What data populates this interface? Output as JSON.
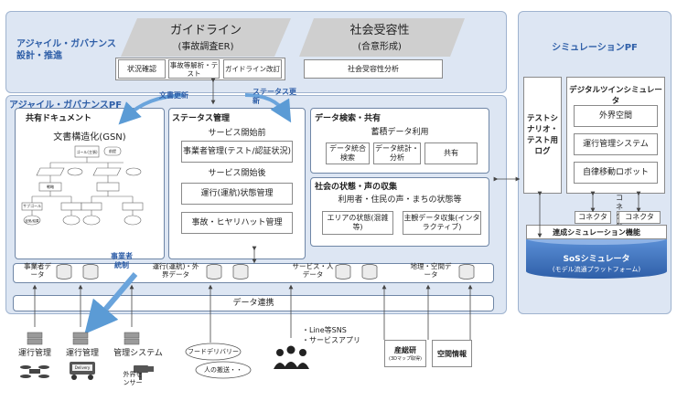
{
  "top_left": {
    "title_line1": "アジャイル・ガバナンス",
    "title_line2": "設計・推進",
    "guideline_title": "ガイドライン",
    "guideline_sub": "(事故調査ER)",
    "status_check": "状況確認",
    "accident_analysis": "事故等解析・テスト",
    "guideline_revision": "ガイドライン改訂",
    "social_title": "社会受容性",
    "social_sub": "(合意形成)",
    "social_analysis": "社会受容性分析"
  },
  "arrows": {
    "doc_update": "文書更新",
    "status_update": "ステータス更新",
    "operator_control": "事業者統制"
  },
  "platform": {
    "title": "アジャイル・ガバナンスPF",
    "shared_docs": {
      "title": "共有ドキュメント",
      "gsn_title": "文書構造化(GSN)",
      "gsn_goal": "ゴール(主張)",
      "gsn_context": "前提",
      "gsn_strategy": "戦略",
      "gsn_subgoal": "サブゴール",
      "gsn_evidence": "証拠/結果"
    },
    "status_mgmt": {
      "title": "ステータス管理",
      "before_start": "サービス開始前",
      "operator_mgmt": "事業者管理(テスト/認証状況)",
      "after_start": "サービス開始後",
      "operation_status": "運行(運航)状態管理",
      "incident_mgmt": "事故・ヒヤリハット管理"
    },
    "data_search": {
      "title": "データ検索・共有",
      "stored_data": "蓄積データ利用",
      "integrated_search": "データ統合検索",
      "stats_analysis": "データ統計・分析",
      "share": "共有"
    },
    "social_state": {
      "title": "社会の状態・声の収集",
      "subtitle": "利用者・住民の声・まちの状態等",
      "area_state": "エリアの状態(混雑等)",
      "subjective_data": "主観データ収集(インタラクティブ)"
    },
    "data_row": {
      "operator_data": "事業者データ",
      "operation_external": "運行(運航)・外界データ",
      "service_people": "サービス・人データ",
      "geo_data": "地理・空間データ"
    }
  },
  "simulation": {
    "title": "シミュレーションPF",
    "test_scenario": "テストシナリオ・テスト用ログ",
    "digital_twin": "デジタルツインシミュレータ",
    "external_space": "外界空間",
    "operation_system": "運行管理システム",
    "autonomous_robot": "自律移動ロボット",
    "connector1": "コネクタ",
    "connector2": "コネクタ",
    "coupled_sim": "連成シミュレーション機能",
    "sos_sim": "SoSシミュレータ",
    "sos_sub": "(モデル流通プラットフォーム)"
  },
  "data_link": "データ連携",
  "bottom": {
    "ops1": "運行管理",
    "ops2": "運行管理",
    "mgmt_system": "管理システム",
    "delivery_badge": "Delivery",
    "external_sensor": "外界センサー",
    "food_delivery": "フードデリバリー",
    "people_transport": "人の搬送・・",
    "line_sns": "・Line等SNS",
    "service_app": "・サービスアプリ",
    "aist": "産総研",
    "aist_sub": "(3Dマップ取得)",
    "spatial_info": "空間情報"
  },
  "colors": {
    "region_bg": "#dde6f3",
    "title_blue": "#2f5fa8",
    "arrow_blue": "#5b9bd5",
    "sos_blue": "#3d6fb8"
  }
}
